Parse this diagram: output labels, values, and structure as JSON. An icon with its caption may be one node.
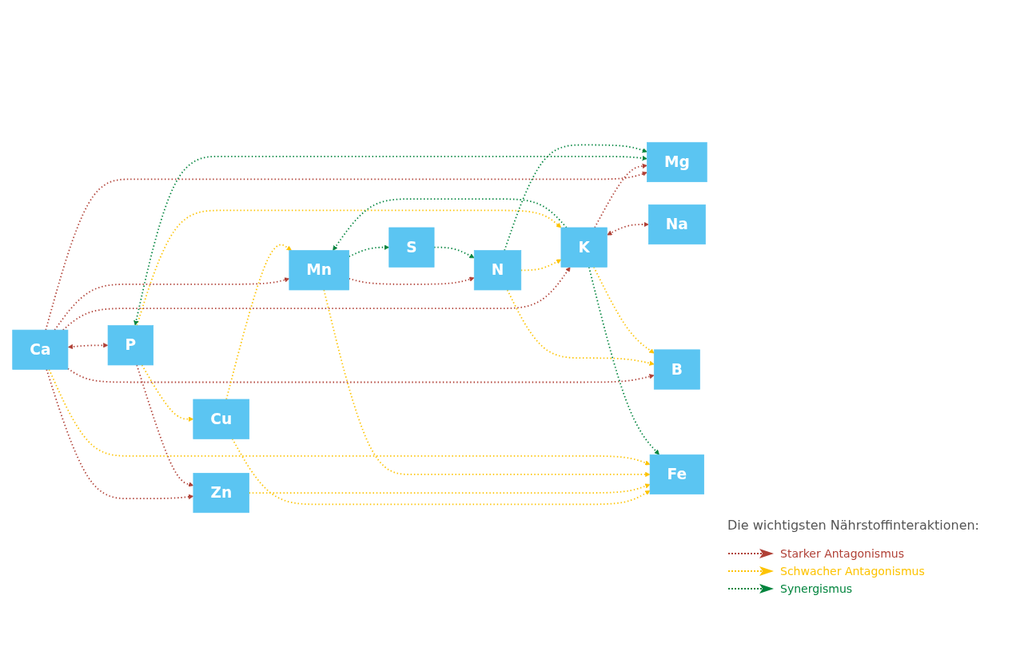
{
  "diagram": {
    "nodes": [
      {
        "text": [
          "Cu"
        ]
      },
      {
        "text": [
          "S"
        ]
      },
      {
        "text": [
          "Mg"
        ]
      },
      {
        "text": [
          "Ca"
        ]
      },
      {
        "text": [
          "Na"
        ]
      },
      {
        "text": [
          "Mn"
        ]
      },
      {
        "text": [
          "Zn"
        ]
      },
      {
        "text": [
          "N"
        ]
      },
      {
        "text": [
          "K"
        ]
      },
      {
        "text": [
          "B"
        ]
      },
      {
        "text": [
          "Fe"
        ]
      },
      {
        "text": [
          "P"
        ]
      }
    ],
    "edges": [
      {
        "from": 3,
        "to": 2,
        "arrow": "to",
        "style": "dashed",
        "color": "#b04036"
      },
      {
        "from": 3,
        "to": 6,
        "arrow": "to",
        "style": "dashed",
        "color": "#b04036"
      },
      {
        "from": 3,
        "to": 5,
        "arrow": "to",
        "style": "dashed",
        "color": "#b04036"
      },
      {
        "from": 3,
        "to": 8,
        "arrow": "to",
        "style": "dashed",
        "color": "#b04036"
      },
      {
        "from": 3,
        "to": 9,
        "arrow": "to",
        "style": "dashed",
        "color": "#b04036"
      },
      {
        "from": 3,
        "to": 11,
        "arrow": "both",
        "style": "dashed",
        "color": "#b04036"
      },
      {
        "from": 8,
        "to": 2,
        "arrow": "to",
        "style": "dashed",
        "color": "#b04036"
      },
      {
        "from": 8,
        "to": 4,
        "arrow": "both",
        "style": "dashed",
        "color": "#b04036"
      },
      {
        "from": 5,
        "to": 7,
        "arrow": "to",
        "style": "dashed",
        "color": "#b04036"
      },
      {
        "from": 11,
        "to": 6,
        "arrow": "to",
        "style": "dashed",
        "color": "#b04036"
      },
      {
        "from": 0,
        "to": 5,
        "arrow": "to",
        "style": "dashed",
        "color": "#fdc300"
      },
      {
        "from": 0,
        "to": 10,
        "arrow": "to",
        "style": "dashed",
        "color": "#fdc300"
      },
      {
        "from": 11,
        "to": 0,
        "arrow": "to",
        "style": "dashed",
        "color": "#fdc300"
      },
      {
        "from": 6,
        "to": 10,
        "arrow": "to",
        "style": "dashed",
        "color": "#fdc300"
      },
      {
        "from": 7,
        "to": 8,
        "arrow": "to",
        "style": "dashed",
        "color": "#fdc300"
      },
      {
        "from": 7,
        "to": 9,
        "arrow": "to",
        "style": "dashed",
        "color": "#fdc300"
      },
      {
        "from": 8,
        "to": 9,
        "arrow": "to",
        "style": "dashed",
        "color": "#fdc300"
      },
      {
        "from": 11,
        "to": 8,
        "arrow": "to",
        "style": "dashed",
        "color": "#fdc300"
      },
      {
        "from": 5,
        "to": 10,
        "arrow": "to",
        "style": "dashed",
        "color": "#fdc300"
      },
      {
        "from": 3,
        "to": 10,
        "arrow": "to",
        "style": "dashed",
        "color": "#fdc300"
      },
      {
        "from": 5,
        "to": 1,
        "arrow": "to",
        "style": "dashed",
        "color": "#00843d"
      },
      {
        "from": 1,
        "to": 7,
        "arrow": "to",
        "style": "dashed",
        "color": "#00843d"
      },
      {
        "from": 8,
        "to": 5,
        "arrow": "to",
        "style": "dashed",
        "color": "#00843d"
      },
      {
        "from": 8,
        "to": 10,
        "arrow": "to",
        "style": "dashed",
        "color": "#00843d"
      },
      {
        "from": 11,
        "to": 2,
        "arrow": "both",
        "style": "dashed",
        "color": "#00843d"
      },
      {
        "from": 7,
        "to": 2,
        "arrow": "to",
        "style": "dashed",
        "color": "#00843d"
      }
    ],
    "labels": [
      "Die wichtigsten Nährstoffinteraktionen:"
    ],
    "legend": [
      {
        "text": "Starker Antagonismus"
      },
      {
        "text": "Schwacher Antagonismus"
      },
      {
        "text": "Synergismus"
      }
    ]
  }
}
